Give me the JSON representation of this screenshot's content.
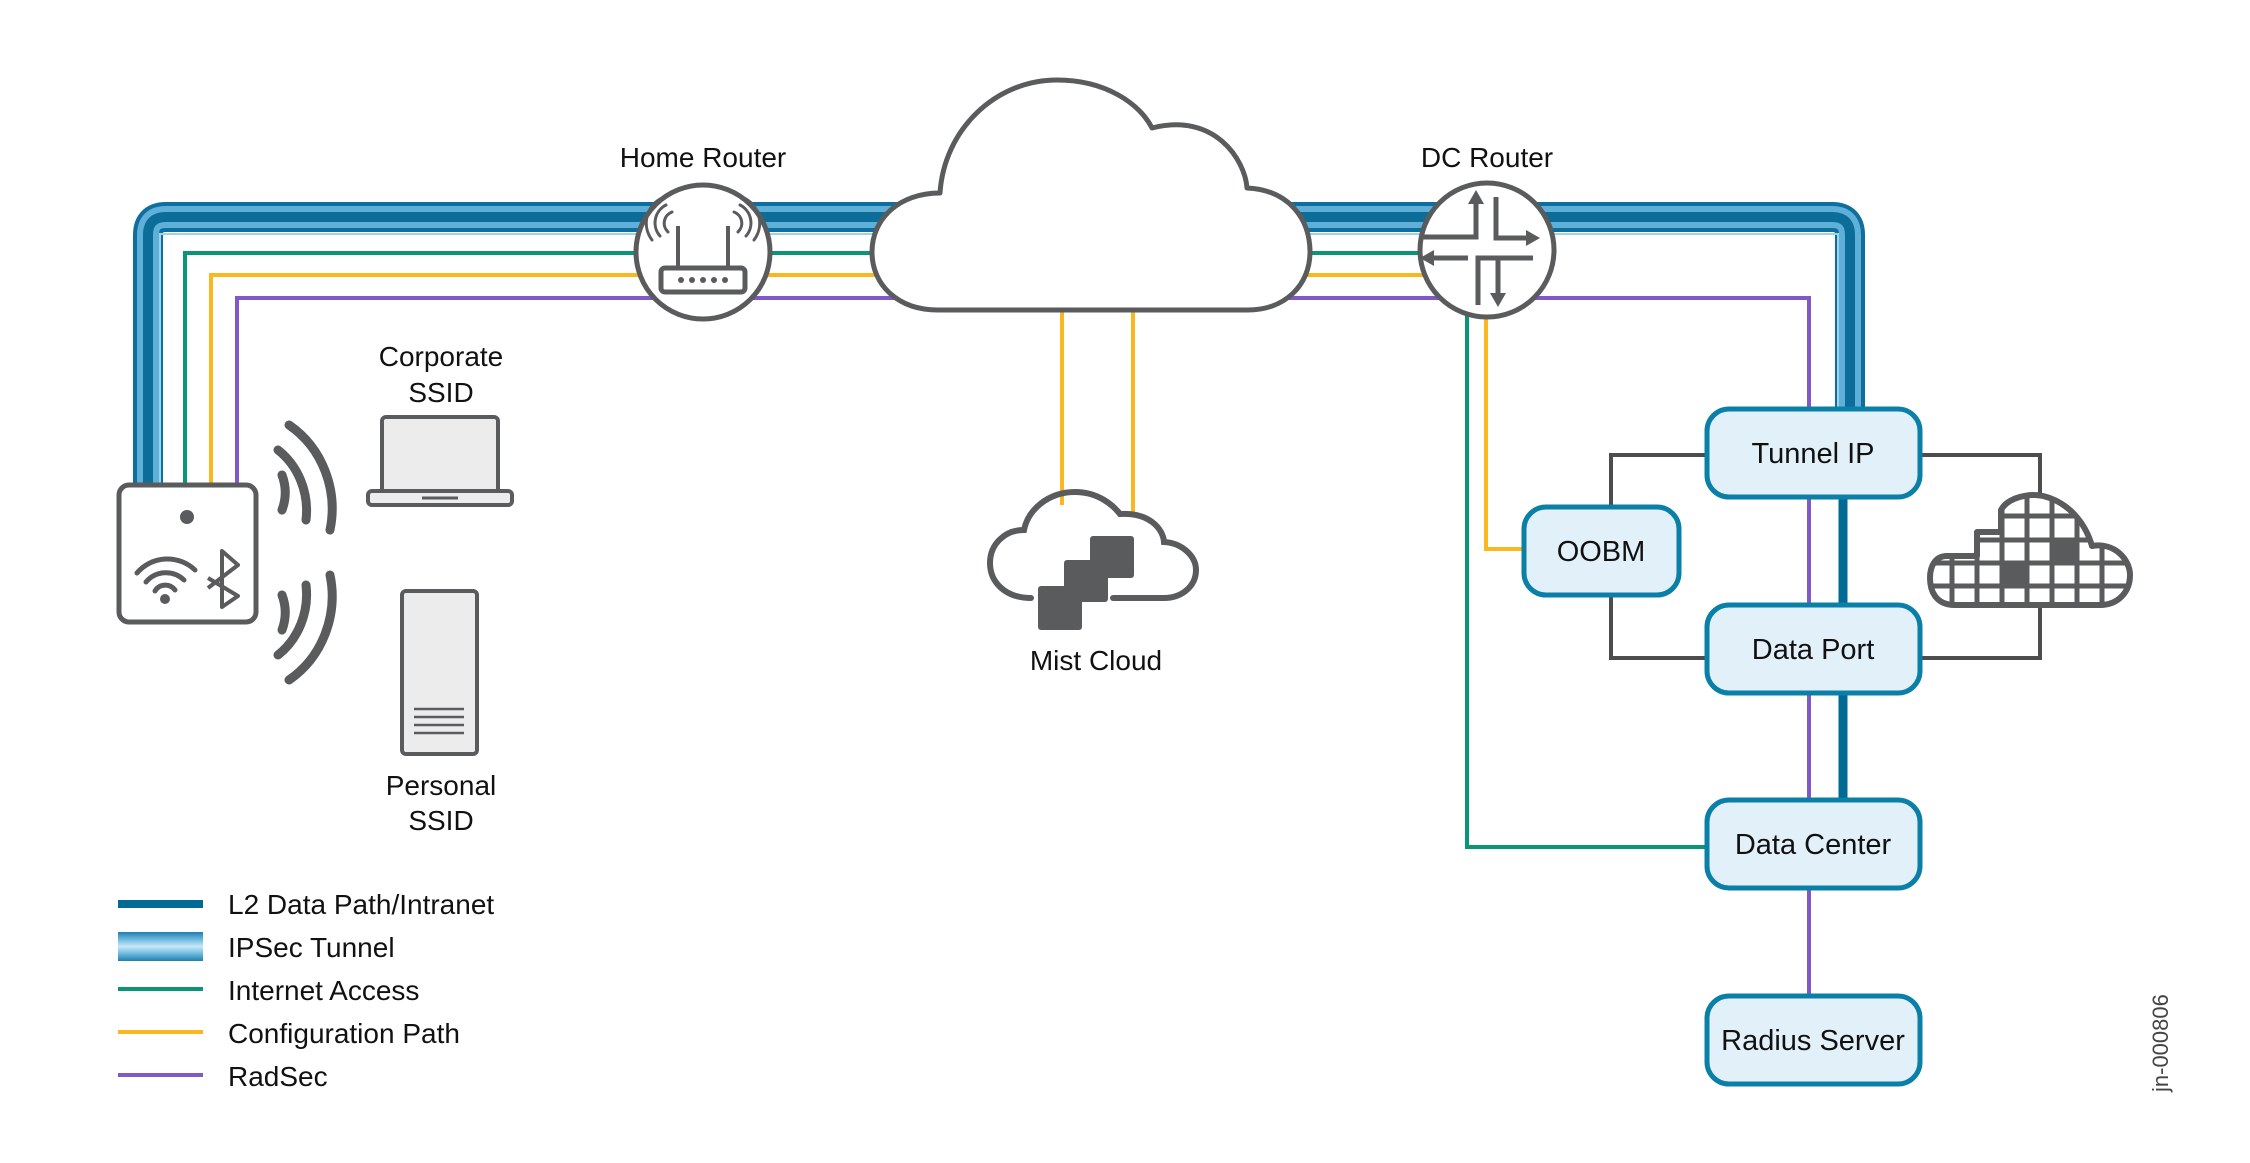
{
  "colors": {
    "l2_data_path": "#006994",
    "ipsec_tunnel_light": "#6bb6dc",
    "internet_access": "#0b9577",
    "configuration_path": "#fbb71f",
    "radsec": "#8058c7",
    "icon_gray": "#5a5b5d",
    "box_fill": "#e2f0fa",
    "box_border": "#0a7fa8",
    "connector_gray": "#4d4d4d"
  },
  "labels": {
    "home_router": "Home Router",
    "dc_router": "DC Router",
    "corporate_ssid_line1": "Corporate",
    "corporate_ssid_line2": "SSID",
    "personal_ssid_line1": "Personal",
    "personal_ssid_line2": "SSID",
    "mist_cloud": "Mist Cloud",
    "figure_id": "jn-000806"
  },
  "nodes": {
    "tunnel_ip": "Tunnel IP",
    "oobm": "OOBM",
    "data_port": "Data Port",
    "data_center": "Data Center",
    "radius_server": "Radius Server"
  },
  "icons": {
    "access_point": "access-point-icon",
    "home_router": "wifi-router-icon",
    "dc_router": "router-arrows-icon",
    "internet": "cloud-icon",
    "mist_cloud": "mist-cloud-icon",
    "laptop": "laptop-icon",
    "tower_pc": "tower-pc-icon",
    "grid_cloud": "grid-cloud-icon"
  },
  "legend": [
    {
      "label": "L2 Data Path/Intranet",
      "style": "l2"
    },
    {
      "label": "IPSec Tunnel",
      "style": "tunnel"
    },
    {
      "label": "Internet Access",
      "style": "internet"
    },
    {
      "label": "Configuration Path",
      "style": "config"
    },
    {
      "label": "RadSec",
      "style": "radsec"
    }
  ]
}
